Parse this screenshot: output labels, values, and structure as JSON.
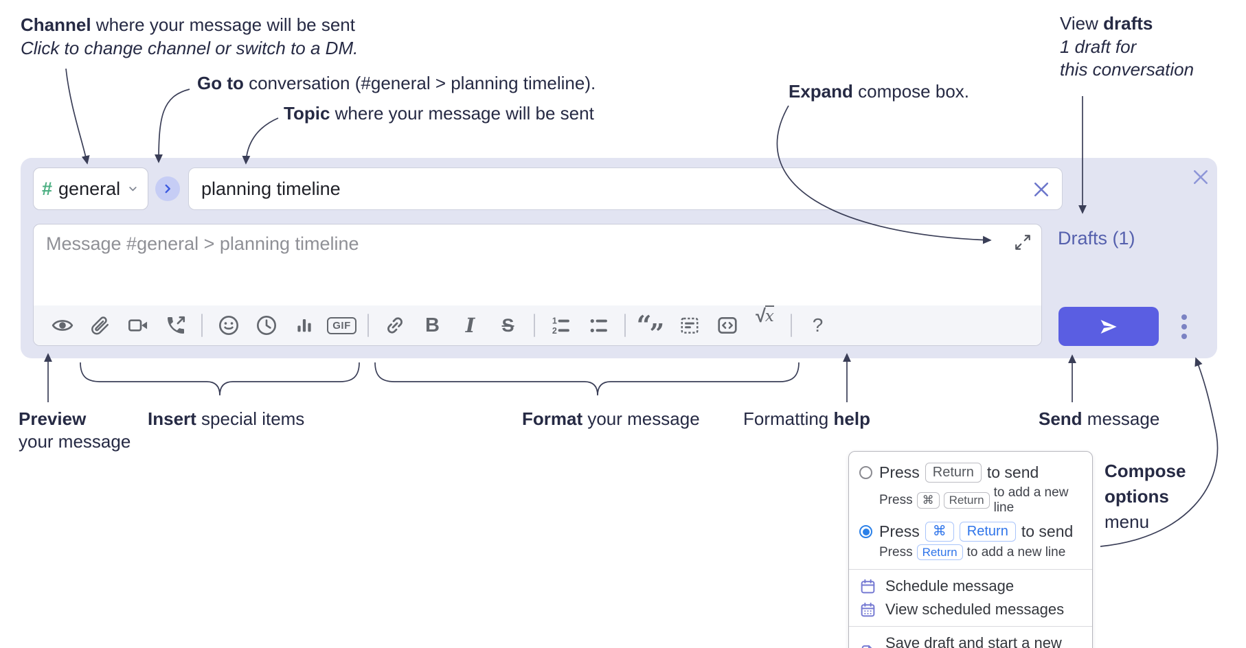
{
  "annotations": {
    "channel": {
      "bold": "Channel",
      "rest": " where your message will be sent",
      "sub": "Click to change channel or switch to a DM."
    },
    "goto": {
      "bold": "Go to",
      "rest": " conversation (#general > planning timeline)."
    },
    "topic": {
      "bold": "Topic",
      "rest": " where your message will be sent"
    },
    "expand": {
      "bold": "Expand",
      "rest": " compose box."
    },
    "view_drafts": {
      "pre": "View ",
      "bold": "drafts",
      "line2": "1 draft for",
      "line3": "this conversation"
    },
    "preview": {
      "bold": "Preview",
      "line2": "your message"
    },
    "insert": {
      "bold": "Insert",
      "rest": " special items"
    },
    "format": {
      "bold": "Format",
      "rest": " your message"
    },
    "formatting_help": {
      "pre": "Formatting ",
      "bold": "help"
    },
    "send": {
      "bold": "Send",
      "rest": " message"
    },
    "compose_options": {
      "line1": "Compose",
      "line2": "options",
      "line3": "menu"
    }
  },
  "compose": {
    "channel": {
      "hash": "#",
      "name": "general"
    },
    "topic_input": {
      "value": "planning timeline"
    },
    "message_input": {
      "placeholder": "Message #general > planning timeline"
    },
    "drafts_link": "Drafts (1)",
    "colors": {
      "accent": "#5a5ee2",
      "lavender": "#e2e4f2",
      "hash_green": "#4caf82",
      "drafts_link": "#5560ad"
    }
  },
  "toolbar": {
    "gif_label": "GIF",
    "bold_label": "B",
    "italic_label": "I",
    "strike_label": "S",
    "help_label": "?",
    "math_sqrt": "√",
    "math_x": "x",
    "quote_open": "“",
    "quote_close": "”"
  },
  "popup": {
    "options": [
      {
        "press": "Press",
        "keys": [
          "Return"
        ],
        "tail": "to send",
        "selected": false,
        "sub_press": "Press",
        "sub_keys": [
          "⌘",
          "Return"
        ],
        "sub_tail": "to add a new line"
      },
      {
        "press": "Press",
        "keys": [
          "⌘",
          "Return"
        ],
        "tail": "to send",
        "selected": true,
        "sub_press": "Press",
        "sub_keys": [
          "Return"
        ],
        "sub_tail": "to add a new line"
      }
    ],
    "menu_items": [
      "Schedule message",
      "View scheduled messages",
      "Save draft and start a new message"
    ]
  }
}
